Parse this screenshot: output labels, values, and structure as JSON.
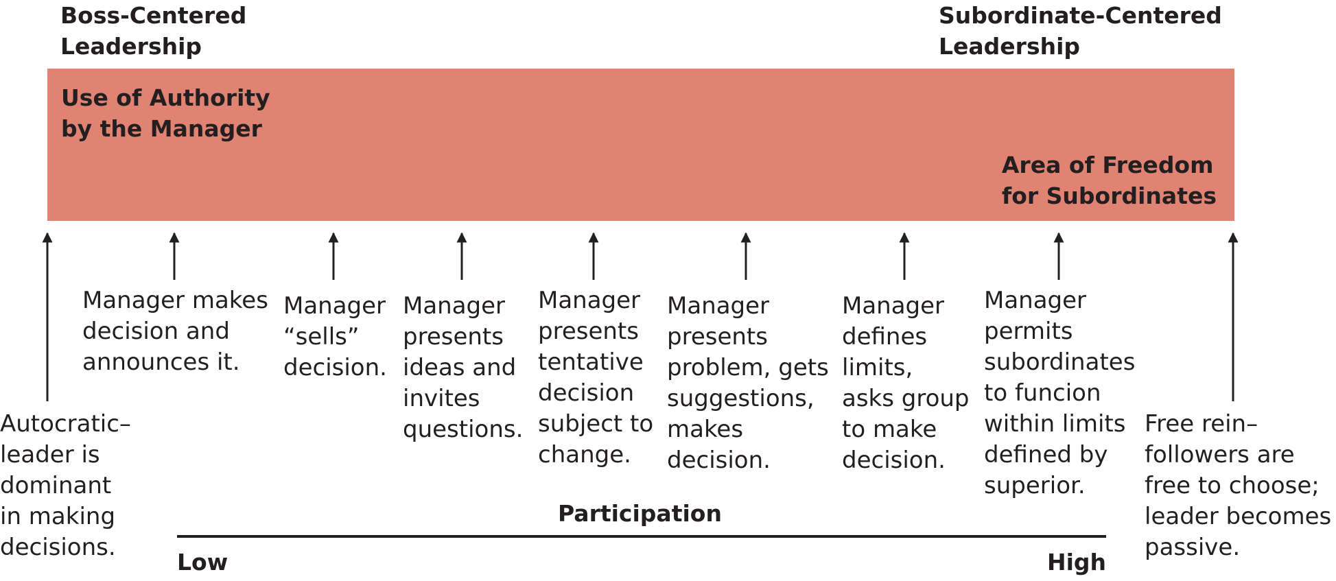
{
  "header": {
    "left": [
      "Boss-Centered",
      "Leadership"
    ],
    "right": [
      "Subordinate-Centered",
      "Leadership"
    ]
  },
  "band": {
    "color": "#e08372",
    "left_label": [
      "Use of Authority",
      "by the Manager"
    ],
    "right_label": [
      "Area of Freedom",
      "for Subordinates"
    ]
  },
  "behaviors": [
    {
      "lines": [
        "Autocratic–",
        "leader is",
        "dominant",
        "in making",
        "decisions."
      ]
    },
    {
      "lines": [
        "Manager makes",
        "decision and",
        "announces it."
      ]
    },
    {
      "lines": [
        "Manager",
        "“sells”",
        "decision."
      ]
    },
    {
      "lines": [
        "Manager",
        "presents",
        "ideas and",
        "invites",
        "questions."
      ]
    },
    {
      "lines": [
        "Manager",
        "presents",
        "tentative",
        "decision",
        "subject to",
        "change."
      ]
    },
    {
      "lines": [
        "Manager",
        "presents",
        "problem, gets",
        "suggestions,",
        "makes",
        "decision."
      ]
    },
    {
      "lines": [
        "Manager",
        "defines",
        "limits,",
        "asks group",
        "to make",
        "decision."
      ]
    },
    {
      "lines": [
        "Manager",
        "permits",
        "subordinates",
        "to funcion",
        "within limits",
        "defined by",
        "superior."
      ]
    },
    {
      "lines": [
        "Free rein–",
        "followers are",
        "free to choose;",
        "leader becomes",
        "passive."
      ]
    }
  ],
  "axis": {
    "title": "Participation",
    "low": "Low",
    "high": "High"
  }
}
